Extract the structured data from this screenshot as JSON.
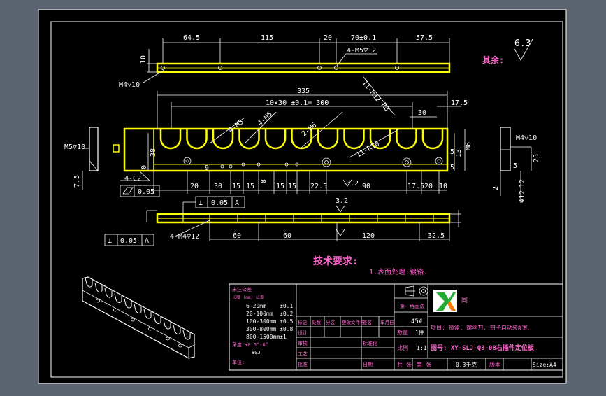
{
  "colors": {
    "viewport": "#5b6470",
    "sheet": "#000000",
    "border": "#ffffff",
    "part": "#ffff00",
    "dimension": "#ffffff",
    "annotation": "#ff66cc",
    "logo_green": "#22aa33",
    "logo_orange": "#ff7a00"
  },
  "top_view": {
    "dims": [
      "64.5",
      "115",
      "20",
      "70±0.1",
      "57.5",
      "10",
      "4-M5▽12",
      "M4▽10"
    ]
  },
  "roughness": {
    "label": "其余:",
    "value": "6.3"
  },
  "front_view": {
    "dims": [
      "335",
      "10×30 ±0.1= 300",
      "17.5",
      "30",
      "4-M5",
      "4-M5",
      "2-M6",
      "11-R12",
      "11-R10",
      "R8",
      "38",
      "0",
      "9",
      "5",
      "13",
      "5",
      "M6",
      "4-C2",
      "0.05",
      "20",
      "30",
      "15",
      "15",
      "8",
      "15",
      "15",
      "22.5",
      "3.2",
      "90",
      "17.5",
      "20",
      "10"
    ],
    "flatness_value": "0.05"
  },
  "left_view": {
    "dims": [
      "M5▽10",
      "7.5"
    ]
  },
  "right_view": {
    "dims": [
      "M4▽10",
      "25",
      "12",
      "2",
      "Φ12",
      "5"
    ]
  },
  "bottom_view": {
    "dims": [
      "0.05",
      "A",
      "3.2",
      "4-M4▽12",
      "60",
      "60",
      "120",
      "32.5",
      "0.05",
      "A"
    ]
  },
  "tech_requirements": {
    "title": "技术要求:",
    "item": "1.表面处理:镀铬."
  },
  "tolerance_table": {
    "title": "未注公差",
    "header": "长度 (mm)        公差",
    "rows": [
      {
        "range": "6-20mm",
        "tol": "±0.1"
      },
      {
        "range": "20-100mm",
        "tol": "±0.2"
      },
      {
        "range": "100-300mm",
        "tol": "±0.5"
      },
      {
        "range": "300-800mm",
        "tol": "±0.8"
      },
      {
        "range": "800-1500mm",
        "tol": "±1"
      }
    ],
    "angle": "角度 ±0.5°-0°",
    "unit": "±0J",
    "bottom": "单位:"
  },
  "title_block": {
    "headers": [
      "标记",
      "处数",
      "分区",
      "更改文件号",
      "签名",
      "年月日"
    ],
    "rows": [
      "设计",
      "审核",
      "工艺",
      "批准"
    ],
    "right_rows": [
      "标准化",
      "",
      "日期"
    ],
    "group": "第一角画法",
    "material": "45#",
    "quantity_label": "数量:",
    "quantity": "1件",
    "scale_label": "比例",
    "scale": "1:1",
    "project": "项目: 锁盒, 螺丝刀, 钳子自动装配机",
    "drawing": "图号: XY-SLJ-Q3-08右插件定位板",
    "sheet_label": "共 张",
    "sheet_of": "第 张",
    "weight": "0.3千克",
    "version": "版本",
    "size": "Size:A4",
    "company_char": "同"
  }
}
